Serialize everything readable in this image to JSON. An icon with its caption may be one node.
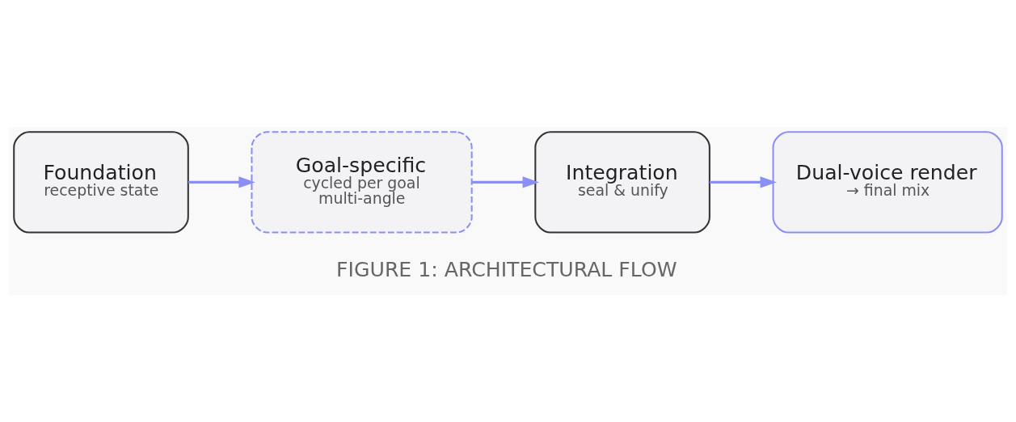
{
  "diagram": {
    "caption": "FIGURE 1: ARCHITECTURAL FLOW",
    "nodes": [
      {
        "text": [
          "Foundation",
          "receptive state"
        ]
      },
      {
        "text": [
          "Goal-specific",
          "cycled per goal",
          "multi-angle"
        ]
      },
      {
        "text": [
          "Integration",
          "seal & unify"
        ]
      },
      {
        "text": [
          "Dual-voice render",
          "→ final mix"
        ]
      }
    ],
    "edges": [
      {
        "from": 0,
        "to": 1,
        "arrow": "to"
      },
      {
        "from": 1,
        "to": 2,
        "arrow": "to"
      },
      {
        "from": 2,
        "to": 3,
        "arrow": "to"
      }
    ]
  }
}
